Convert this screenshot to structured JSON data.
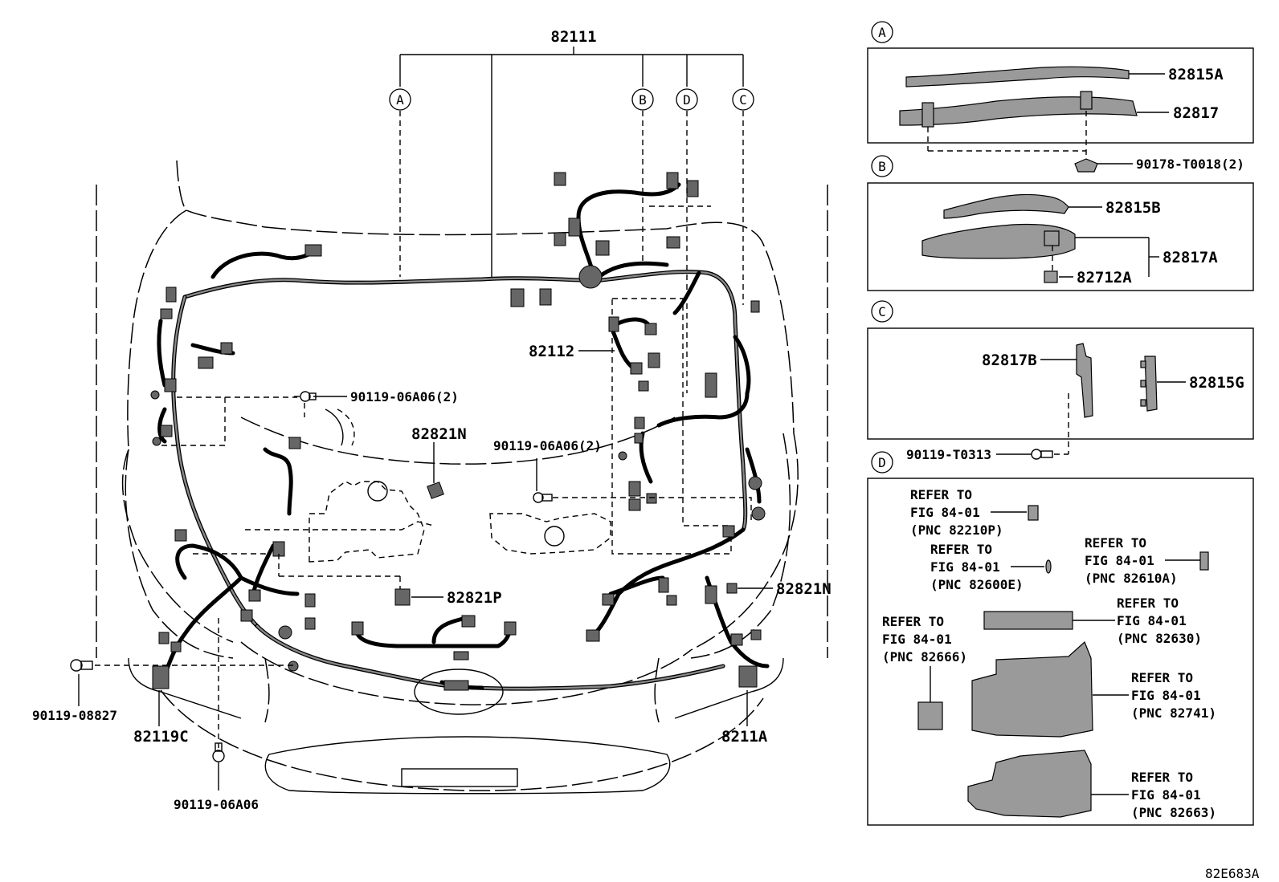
{
  "main": {
    "harness_main": "82111",
    "harness_sub": "82112",
    "clip_lower_center": "82821N",
    "clip_lower_right": "82821N",
    "protector": "82821P",
    "bolt_upper_left": "90119-06A06(2)",
    "bolt_center_right": "90119-06A06(2)",
    "bolt_bottom_left": "90119-08827",
    "bolt_bottom_center": "90119-06A06",
    "harness_left": "82119C",
    "harness_right": "8211A",
    "callouts": [
      "A",
      "B",
      "D",
      "C"
    ]
  },
  "detail_a": {
    "letter": "A",
    "p1": "82815A",
    "p2": "82817",
    "p3": "90178-T0018(2)"
  },
  "detail_b": {
    "letter": "B",
    "p1": "82815B",
    "p2": "82817A",
    "p3": "82712A"
  },
  "detail_c": {
    "letter": "C",
    "p1": "82817B",
    "p2": "82815G",
    "p3": "90119-T0313"
  },
  "detail_d": {
    "letter": "D",
    "refer": "REFER TO",
    "fig": "FIG 84-01",
    "pnc": [
      "(PNC 82210P)",
      "(PNC 82600E)",
      "(PNC 82610A)",
      "(PNC 82630)",
      "(PNC 82666)",
      "(PNC 82741)",
      "(PNC 82663)"
    ]
  },
  "figure_code": "82E683A"
}
